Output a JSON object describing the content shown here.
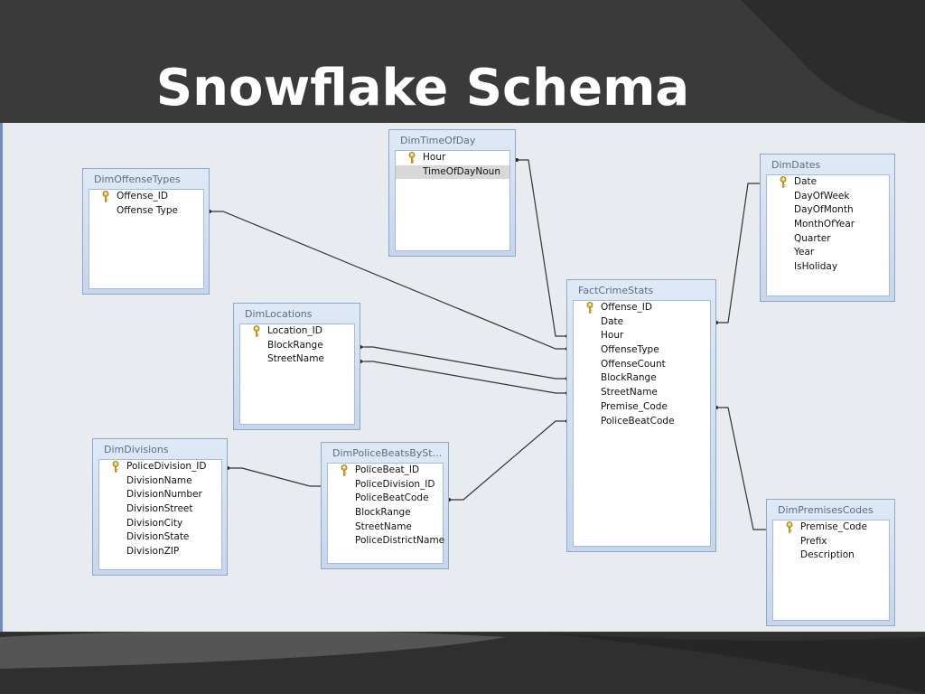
{
  "title": "Snowflake Schema",
  "colors": {
    "slide_bg": "#3a3a3a",
    "canvas_bg": "#e8ecf0",
    "table_border": "#8da7c9",
    "title_text": "#ffffff"
  },
  "tables": {
    "time": {
      "title": "DimTimeOfDay",
      "rows": [
        {
          "name": "Hour",
          "key": true
        },
        {
          "name": "TimeOfDayNoun",
          "key": false,
          "selected": true
        }
      ]
    },
    "offense": {
      "title": "DimOffenseTypes",
      "rows": [
        {
          "name": "Offense_ID",
          "key": true
        },
        {
          "name": "Offense Type",
          "key": false
        }
      ]
    },
    "dates": {
      "title": "DimDates",
      "rows": [
        {
          "name": "Date",
          "key": true
        },
        {
          "name": "DayOfWeek"
        },
        {
          "name": "DayOfMonth"
        },
        {
          "name": "MonthOfYear"
        },
        {
          "name": "Quarter"
        },
        {
          "name": "Year"
        },
        {
          "name": "IsHoliday"
        }
      ]
    },
    "locations": {
      "title": "DimLocations",
      "rows": [
        {
          "name": "Location_ID",
          "key": true
        },
        {
          "name": "BlockRange"
        },
        {
          "name": "StreetName"
        }
      ]
    },
    "fact": {
      "title": "FactCrimeStats",
      "rows": [
        {
          "name": "Offense_ID",
          "key": true
        },
        {
          "name": "Date"
        },
        {
          "name": "Hour"
        },
        {
          "name": "OffenseType"
        },
        {
          "name": "OffenseCount"
        },
        {
          "name": "BlockRange"
        },
        {
          "name": "StreetName"
        },
        {
          "name": "Premise_Code"
        },
        {
          "name": "PoliceBeatCode"
        }
      ]
    },
    "divisions": {
      "title": "DimDivisions",
      "rows": [
        {
          "name": "PoliceDivision_ID",
          "key": true
        },
        {
          "name": "DivisionName"
        },
        {
          "name": "DivisionNumber"
        },
        {
          "name": "DivisionStreet"
        },
        {
          "name": "DivisionCity"
        },
        {
          "name": "DivisionState"
        },
        {
          "name": "DivisionZIP"
        }
      ]
    },
    "beats": {
      "title": "DimPoliceBeatsBySt...",
      "rows": [
        {
          "name": "PoliceBeat_ID",
          "key": true
        },
        {
          "name": "PoliceDivision_ID"
        },
        {
          "name": "PoliceBeatCode"
        },
        {
          "name": "BlockRange"
        },
        {
          "name": "StreetName"
        },
        {
          "name": "PoliceDistrictName"
        }
      ]
    },
    "premises": {
      "title": "DimPremisesCodes",
      "rows": [
        {
          "name": "Premise_Code",
          "key": true
        },
        {
          "name": "Prefix"
        },
        {
          "name": "Description"
        }
      ]
    }
  }
}
